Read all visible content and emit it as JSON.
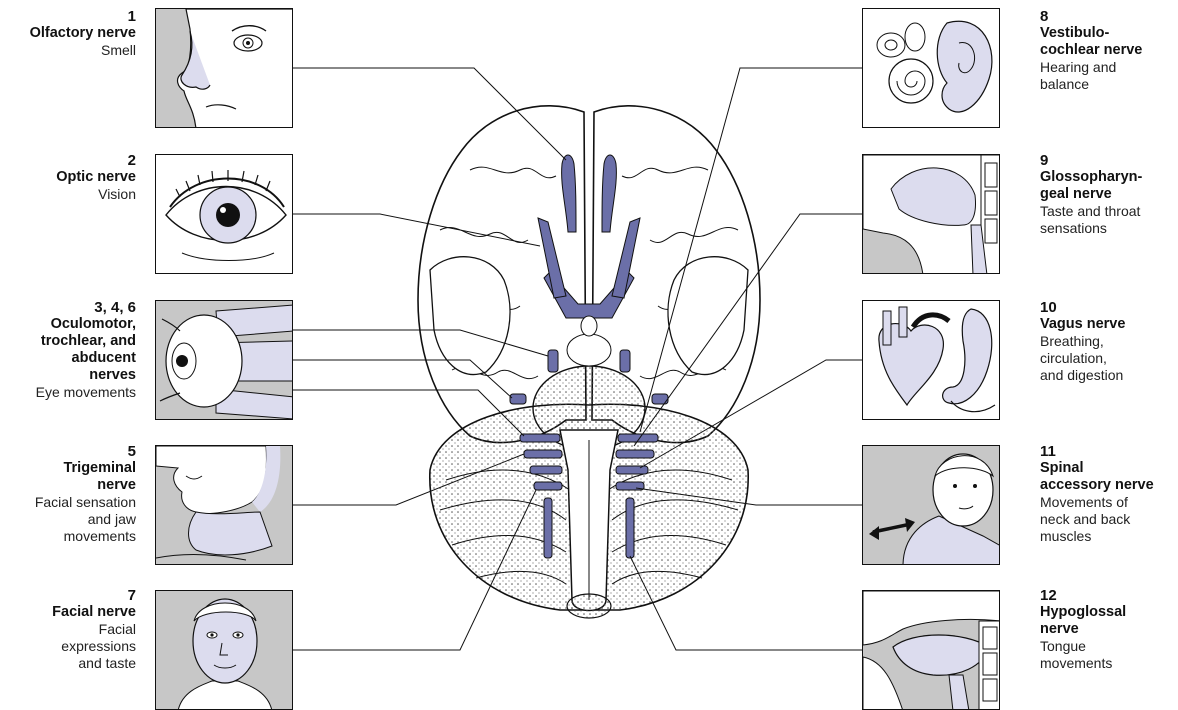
{
  "colors": {
    "nerve": "#6b6fa8",
    "skin": "#dcdcee",
    "panel_bg": "#c7c7c7",
    "line": "#111111"
  },
  "nerves": [
    {
      "id": "olfactory",
      "number": "1",
      "name_lines": [
        "Olfactory nerve"
      ],
      "function_lines": [
        "Smell"
      ],
      "icon": "nose-icon"
    },
    {
      "id": "optic",
      "number": "2",
      "name_lines": [
        "Optic nerve"
      ],
      "function_lines": [
        "Vision"
      ],
      "icon": "eye-icon"
    },
    {
      "id": "oculomotor",
      "number": "3, 4, 6",
      "name_lines": [
        "Oculomotor,",
        "trochlear, and",
        "abducent",
        "nerves"
      ],
      "function_lines": [
        "Eye movements"
      ],
      "icon": "eyeball-muscles-icon"
    },
    {
      "id": "trigeminal",
      "number": "5",
      "name_lines": [
        "Trigeminal",
        "nerve"
      ],
      "function_lines": [
        "Facial sensation",
        "and jaw",
        "movements"
      ],
      "icon": "jaw-icon"
    },
    {
      "id": "facial",
      "number": "7",
      "name_lines": [
        "Facial nerve"
      ],
      "function_lines": [
        "Facial",
        "expressions",
        "and taste"
      ],
      "icon": "face-icon"
    },
    {
      "id": "vestibulocochlear",
      "number": "8",
      "name_lines": [
        "Vestibulo-",
        "cochlear nerve"
      ],
      "function_lines": [
        "Hearing and",
        "balance"
      ],
      "icon": "ear-icon"
    },
    {
      "id": "glossopharyngeal",
      "number": "9",
      "name_lines": [
        "Glossopharyn-",
        "geal nerve"
      ],
      "function_lines": [
        "Taste and throat",
        "sensations"
      ],
      "icon": "throat-icon"
    },
    {
      "id": "vagus",
      "number": "10",
      "name_lines": [
        "Vagus nerve"
      ],
      "function_lines": [
        "Breathing,",
        "circulation,",
        "and digestion"
      ],
      "icon": "heart-stomach-icon"
    },
    {
      "id": "spinal-accessory",
      "number": "11",
      "name_lines": [
        "Spinal",
        "accessory nerve"
      ],
      "function_lines": [
        "Movements of",
        "neck and back",
        "muscles"
      ],
      "icon": "neck-icon"
    },
    {
      "id": "hypoglossal",
      "number": "12",
      "name_lines": [
        "Hypoglossal",
        "nerve"
      ],
      "function_lines": [
        "Tongue",
        "movements"
      ],
      "icon": "tongue-icon"
    }
  ]
}
